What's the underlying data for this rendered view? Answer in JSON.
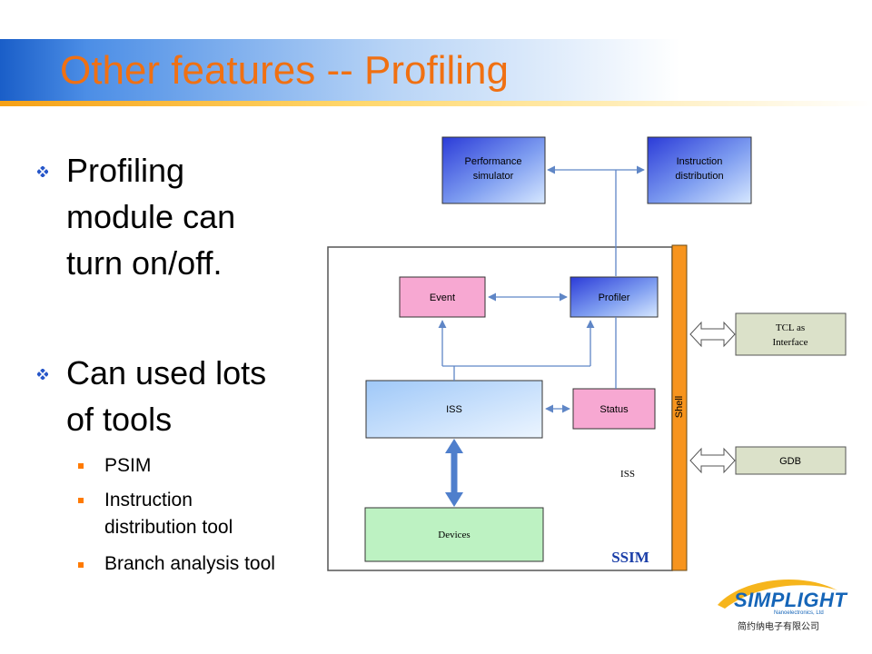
{
  "slide": {
    "title": "Other features -- Profiling",
    "bullets": [
      {
        "text": "Profiling module can turn on/off.",
        "lines": [
          "Profiling",
          "module can",
          "turn on/off."
        ]
      },
      {
        "text": "Can used lots of tools",
        "lines": [
          "Can used lots",
          "of tools"
        ]
      }
    ],
    "sub_bullets": [
      {
        "lines": [
          "PSIM"
        ]
      },
      {
        "lines": [
          "Instruction",
          "distribution tool"
        ]
      },
      {
        "lines": [
          "Branch analysis tool"
        ]
      }
    ]
  },
  "diagram": {
    "boxes": {
      "performance_simulator": [
        "Performance",
        "simulator"
      ],
      "instruction_distribution": [
        "Instruction",
        "distribution"
      ],
      "event": "Event",
      "profiler": "Profiler",
      "iss": "ISS",
      "status": "Status",
      "devices": "Devices",
      "tcl_interface": [
        "TCL as",
        "Interface"
      ],
      "gdb": "GDB"
    },
    "shell_label": "Shell",
    "iss_region_label": "ISS",
    "ssim_label": "SSIM"
  },
  "logo": {
    "name": "SIMPLIGHT",
    "subtitle": "Nanoelectronics, Ltd",
    "chinese_name": "简约纳电子有限公司"
  },
  "colors": {
    "title": "#f07012",
    "bullet": "#2656c9",
    "sub_bullet": "#ff7a00",
    "shell": "#f7941d",
    "event_fill": "#f7a8d2",
    "devices_fill": "#bdf2c2",
    "tcl_fill": "#dbe1c9",
    "ssim": "#1a3ea8"
  }
}
